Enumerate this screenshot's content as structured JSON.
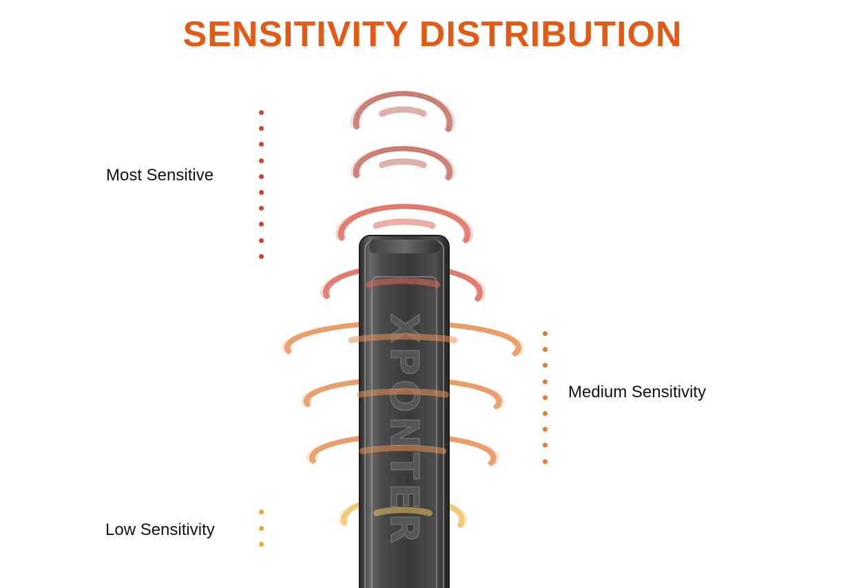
{
  "title": "SENSITIVITY DISTRIBUTION",
  "pen_brand": "XPONTER",
  "zones": {
    "most": {
      "label": "Most Sensitive",
      "dot_count": 10,
      "color": "#c9472f"
    },
    "medium": {
      "label": "Medium Sensitivity",
      "dot_count": 9,
      "color": "#e07a3a"
    },
    "low": {
      "label": "Low Sensitivity",
      "dot_count": 3,
      "color": "#e8a93a"
    }
  },
  "colors": {
    "title": "#e35a14",
    "arc_most": "#c46e63",
    "arc_most_bright": "#df6a5a",
    "arc_medium": "#e8935a",
    "arc_low": "#efc262",
    "pen_body": "#3f3f3f",
    "pen_edge": "#8a8a8a"
  },
  "icons": {
    "pen": "stylus-pen-icon",
    "arc": "sensitivity-arc-icon",
    "dot": "dot-separator-icon"
  }
}
